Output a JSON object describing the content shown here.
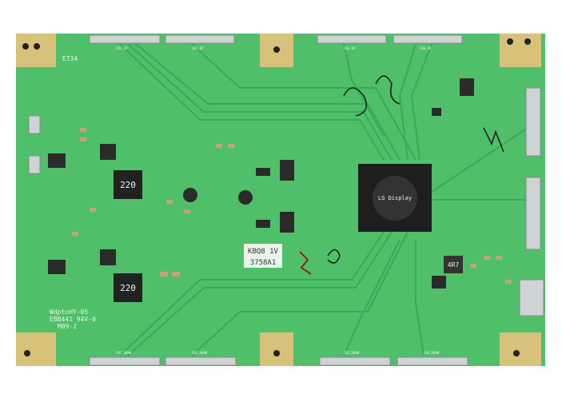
{
  "board": {
    "colors": {
      "pcb": "#4fbf6a",
      "trace": "#3aa95a",
      "pad": "#d8c27a",
      "chip": "#2a2a2a",
      "connector": "#cfd3d6"
    },
    "silk_labels": {
      "corner_code": "ET34",
      "panel_code_line1": "KBQ8 1V",
      "panel_code_line2": "3758A1",
      "model_line1": "WdptoHY-05",
      "model_line2": "EBB441 94V-0",
      "model_line3": "M09-2",
      "chip_brand": "LG Display",
      "inductor_top": "220",
      "inductor_bottom": "220",
      "inductor_right": "4R7"
    },
    "top_connectors": [
      "CN1_UP",
      "CN2_UP",
      "CN3_UP",
      "CN4_UP"
    ],
    "bottom_connectors": [
      "CN1_DOWN",
      "CN2_DOWN",
      "CN3_DOWN",
      "CN4_DOWN"
    ]
  }
}
